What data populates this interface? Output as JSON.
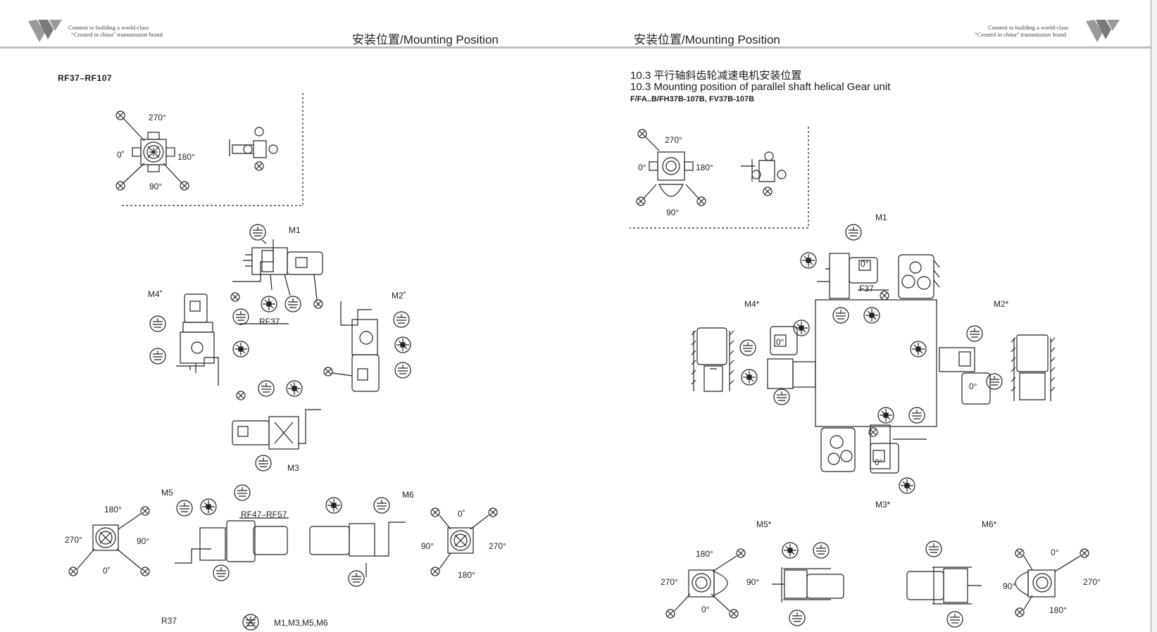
{
  "header": {
    "tagline_left": [
      "Commit to building a world-class",
      "“Created in china” transmission brand"
    ],
    "tagline_right": [
      "Commit to building a world-class",
      "“Created in china” transmission brand"
    ],
    "title_left": "安装位置/Mounting Position",
    "title_right": "安装位置/Mounting Position"
  },
  "left_page": {
    "series": "RF37–RF107",
    "legend_angles": [
      "270°",
      "0˚",
      "180°",
      "90°"
    ],
    "positions": [
      "M1",
      "M4˚",
      "M2˚",
      "M3",
      "M5",
      "M6"
    ],
    "model_rf37": "RF37",
    "model_rf47": "RF47–RF57",
    "m5_angles": [
      "180°",
      "270°",
      "90°",
      "0˚"
    ],
    "m6_angles": [
      "0˚",
      "90°",
      "270°",
      "180°"
    ],
    "footer_model": "R37",
    "footer_note": "M1,M3,M5,M6"
  },
  "right_page": {
    "section_cn": "10.3 平行轴斜齿轮减速电机安装位置",
    "section_en": "10.3 Mounting position of parallel shaft helical Gear unit",
    "models": "F/FA..B/FH37B-107B, FV37B-107B",
    "legend_angles": [
      "270°",
      "0°",
      "180°",
      "90°"
    ],
    "positions": [
      "M1",
      "M4*",
      "M2*",
      "M3*",
      "M5*",
      "M6*"
    ],
    "model_f37": "F37",
    "zero_marks": [
      "0°",
      "0°",
      "0°",
      "0°"
    ],
    "m5_angles": [
      "180°",
      "270°",
      "90°",
      "0°"
    ],
    "m6_angles": [
      "0°",
      "90°",
      "270°",
      "180°"
    ]
  },
  "colors": {
    "ink": "#1a1a1a",
    "rule": "#bdbdbd",
    "logo": "#8a8a8a"
  }
}
